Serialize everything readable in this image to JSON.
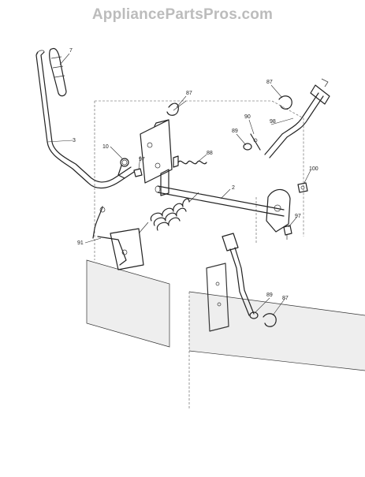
{
  "watermark": "AppliancePartsPros.com",
  "diagram": {
    "callouts": [
      {
        "id": "c-7a",
        "label": "7"
      },
      {
        "id": "c-87a",
        "label": "87"
      },
      {
        "id": "c-87b",
        "label": "87"
      },
      {
        "id": "c-87c",
        "label": "87"
      },
      {
        "id": "c-90",
        "label": "90"
      },
      {
        "id": "c-98",
        "label": "98"
      },
      {
        "id": "c-89a",
        "label": "89"
      },
      {
        "id": "c-89b",
        "label": "89"
      },
      {
        "id": "c-3",
        "label": "3"
      },
      {
        "id": "c-10",
        "label": "10"
      },
      {
        "id": "c-97a",
        "label": "97"
      },
      {
        "id": "c-97b",
        "label": "97"
      },
      {
        "id": "c-88",
        "label": "88"
      },
      {
        "id": "c-2",
        "label": "2"
      },
      {
        "id": "c-100",
        "label": "100"
      },
      {
        "id": "c-91",
        "label": "91"
      }
    ]
  }
}
